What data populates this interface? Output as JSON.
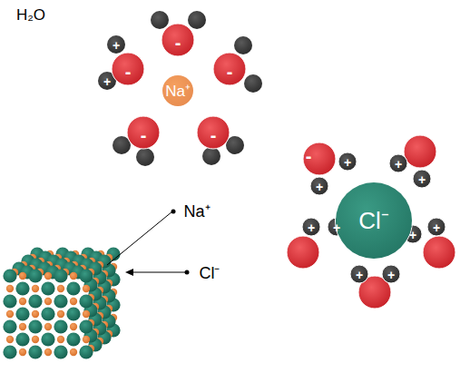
{
  "diagram": {
    "nodes": [
      {
        "text": [
          "Na⁺"
        ]
      },
      {
        "text": [
          "Cl⁻"
        ]
      }
    ],
    "labels": [
      "H₂O",
      "-",
      "-",
      "-",
      "-",
      "-",
      "+",
      "+",
      "-",
      "+",
      "+",
      "+",
      "+",
      "+",
      "+",
      "+",
      "+",
      "+",
      "+",
      "Na⁺",
      "Cl⁻"
    ]
  }
}
